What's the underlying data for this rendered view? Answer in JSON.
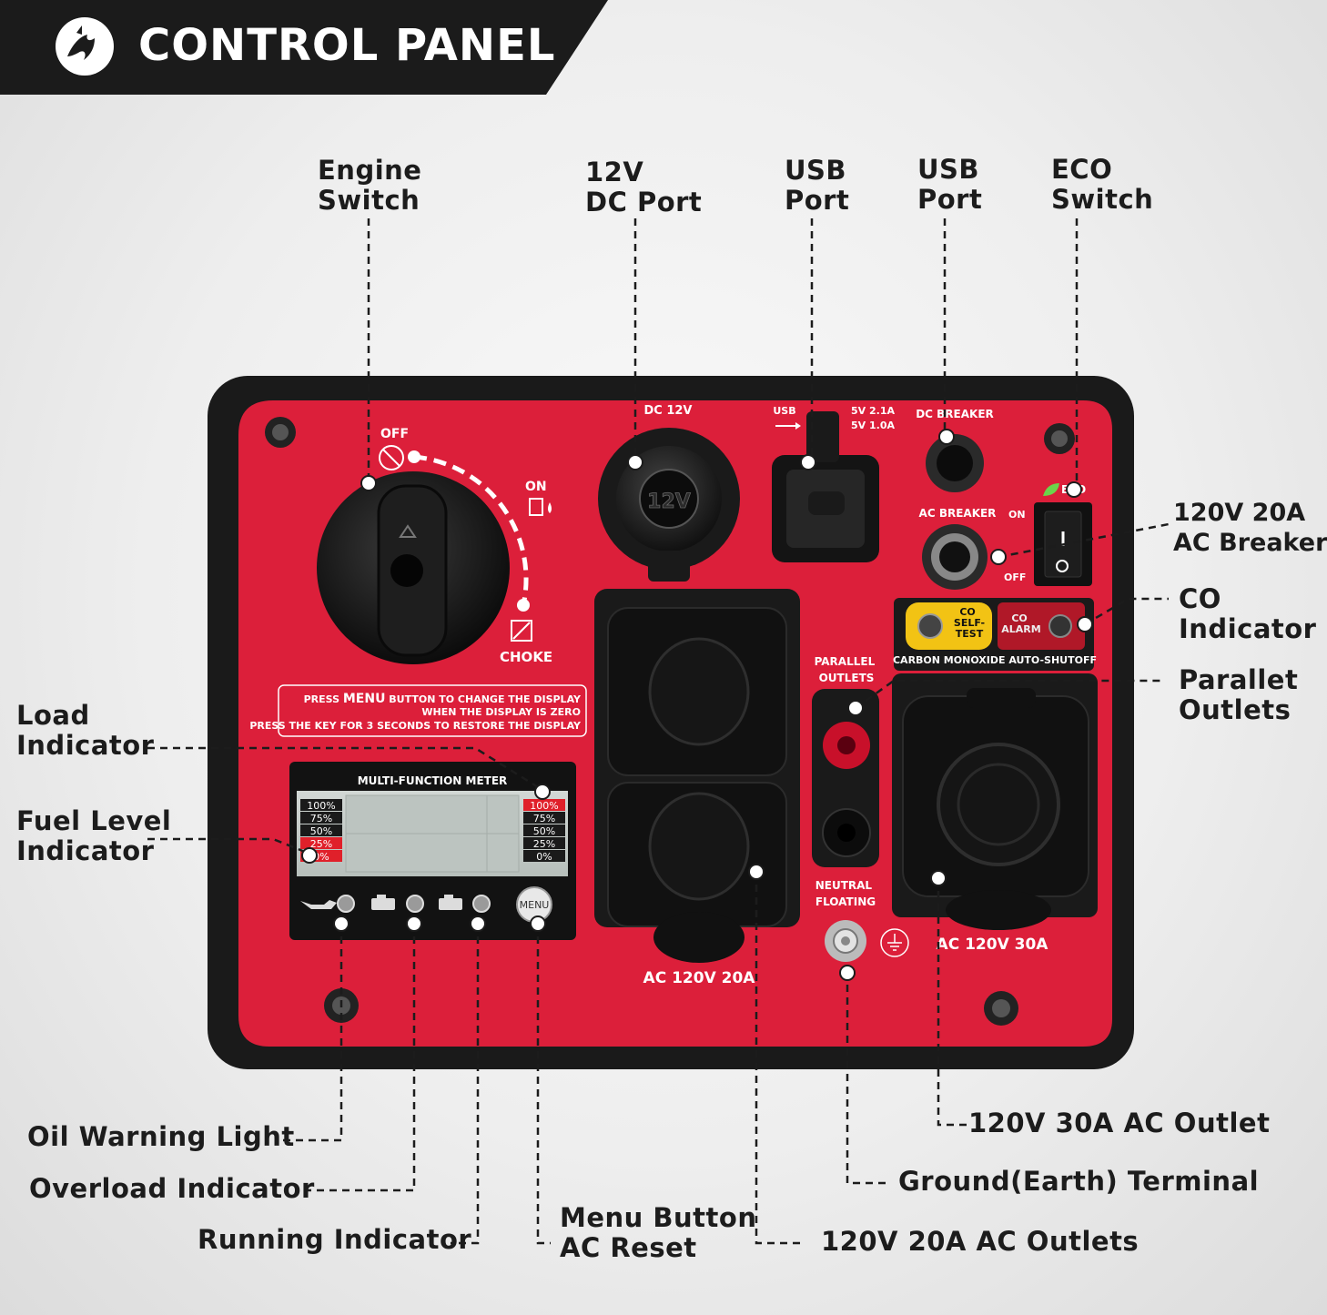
{
  "header": {
    "title": "CONTROL PANEL"
  },
  "callouts": {
    "engine_switch": "Engine\nSwitch",
    "dc_port": "12V\nDC Port",
    "usb_port_1": "USB\nPort",
    "usb_port_2": "USB\nPort",
    "eco_switch": "ECO\nSwitch",
    "ac_breaker": "120V 20A\nAC Breaker",
    "co_indicator": "CO\nIndicator",
    "parallel_outlets": "Parallet\nOutlets",
    "load_indicator": "Load\nIndicator",
    "fuel_level_indicator": "Fuel Level\nIndicator",
    "oil_warning_light": "Oil Warning Light",
    "overload_indicator": "Overload Indicator",
    "running_indicator": "Running Indicator",
    "menu_button": "Menu Button\nAC Reset",
    "outlets_20a": "120V 20A AC Outlets",
    "ground_terminal": "Ground(Earth) Terminal",
    "outlet_30a": "120V 30A AC Outlet"
  },
  "panel": {
    "off": "OFF",
    "on": "ON",
    "choke": "CHOKE",
    "dc12v": "DC 12V",
    "plug_12v": "12V",
    "usb": "USB",
    "usb_rating_1": "5V 2.1A",
    "usb_rating_2": "5V 1.0A",
    "dc_breaker": "DC BREAKER",
    "ac_breaker": "AC BREAKER",
    "breaker_on": "ON",
    "breaker_off": "OFF",
    "eco": "ECO",
    "co_self_test": "CO\nSELF-\nTEST",
    "co_alarm": "CO\nALARM",
    "co_shutoff": "CARBON MONOXIDE AUTO-SHUTOFF",
    "parallel_outlets": "PARALLEL\nOUTLETS",
    "neutral_floating": "NEUTRAL\nFLOATING",
    "notice_line1_pre": "PRESS ",
    "notice_line1_key": "MENU",
    "notice_line1_post": " BUTTON TO CHANGE THE DISPLAY",
    "notice_line2": "WHEN THE DISPLAY IS ZERO",
    "notice_line3": "PRESS THE KEY FOR 3 SECONDS TO RESTORE THE DISPLAY",
    "meter_title": "MULTI-FUNCTION METER",
    "meter_left_levels": [
      "100%",
      "75%",
      "50%",
      "25%",
      "0%"
    ],
    "meter_right_levels": [
      "100%",
      "75%",
      "50%",
      "25%",
      "0%"
    ],
    "menu_button": "MENU",
    "ac_20a": "AC 120V 20A",
    "ac_30a": "AC 120V 30A"
  },
  "colors": {
    "panel_red": "#dc1f3a",
    "frame": "#1a1a1a",
    "banner": "#1b1b1b",
    "label_text": "#1c1c1c",
    "lcd": "#c9d0cc",
    "level_alert": "#e0202a",
    "co_yellow": "#f2c314"
  },
  "icons": {
    "logo": "flame-bird-logo",
    "oil": "oil-can-icon",
    "overload": "engine-overload-icon",
    "running": "engine-running-icon",
    "ground": "ground-symbol-icon",
    "eco": "leaf-icon"
  }
}
